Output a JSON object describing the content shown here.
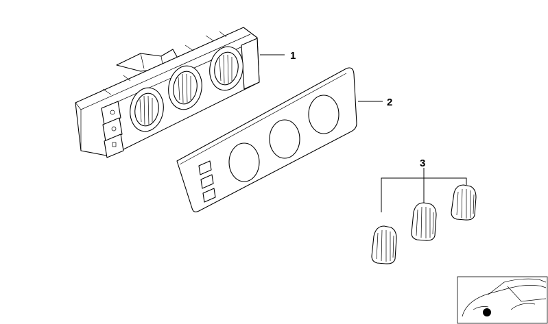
{
  "callouts": [
    {
      "id": "1",
      "label": "1"
    },
    {
      "id": "2",
      "label": "2"
    },
    {
      "id": "3",
      "label": "3"
    }
  ],
  "colors": {
    "line": "#000000",
    "background": "#ffffff"
  },
  "icons": {
    "thumbnail": "car-location-thumbnail-icon",
    "marker": "location-dot-icon"
  }
}
